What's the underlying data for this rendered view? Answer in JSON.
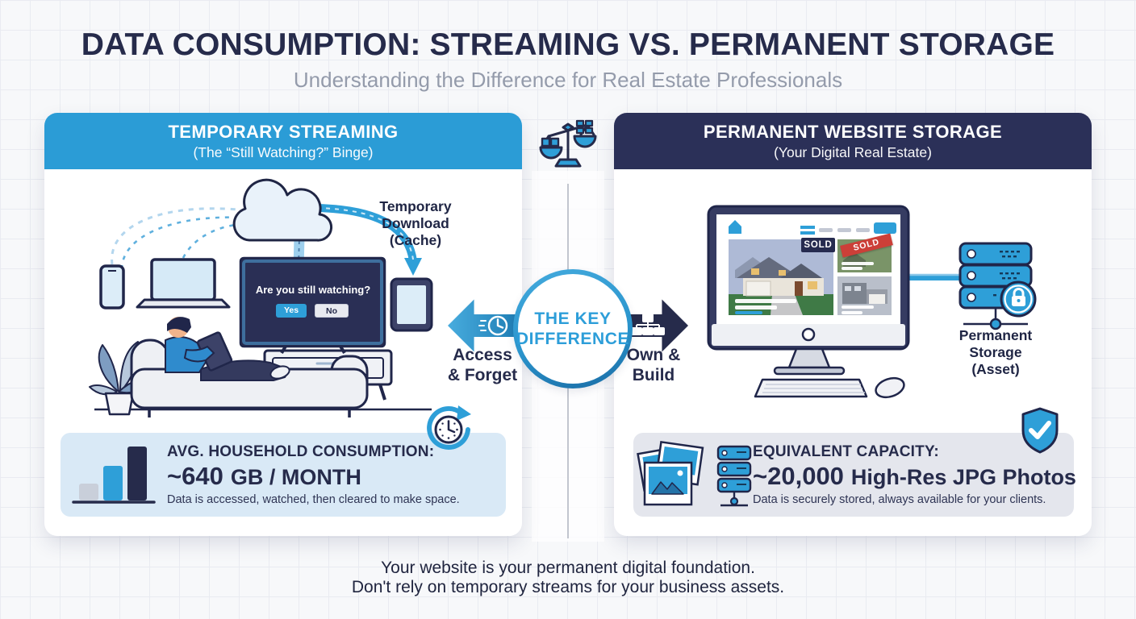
{
  "header": {
    "title": "DATA CONSUMPTION: STREAMING VS. PERMANENT STORAGE",
    "subtitle": "Understanding the Difference for Real Estate Professionals"
  },
  "left_panel": {
    "title": "TEMPORARY STREAMING",
    "subtitle": "(The “Still Watching?” Binge)",
    "cache_label_lines": [
      "Temporary",
      "Download",
      "(Cache)"
    ],
    "tv": {
      "prompt": "Are you still watching?",
      "yes_label": "Yes",
      "no_label": "No"
    },
    "stat": {
      "heading": "AVG. HOUSEHOLD CONSUMPTION:",
      "value": "~640",
      "unit": "GB / MONTH",
      "description": "Data is accessed, watched, then cleared to make space."
    }
  },
  "center": {
    "circle_lines": [
      "THE KEY",
      "DIFFERENCE"
    ],
    "left_arrow_label_lines": [
      "Access",
      "& Forget"
    ],
    "right_arrow_label_lines": [
      "Own &",
      "Build"
    ]
  },
  "right_panel": {
    "title": "PERMANENT WEBSITE STORAGE",
    "subtitle": "(Your Digital Real Estate)",
    "website": {
      "sold_tag": "SOLD",
      "sold_banner": "SOLD"
    },
    "storage_label_lines": [
      "Permanent",
      "Storage",
      "(Asset)"
    ],
    "stat": {
      "heading": "EQUIVALENT CAPACITY:",
      "value": "~20,000",
      "unit": "High-Res JPG Photos",
      "description": "Data is securely stored, always available for your clients."
    }
  },
  "footer": {
    "line1": "Your website is your permanent digital foundation.",
    "line2": "Don't rely on temporary streams for your business assets."
  },
  "colors": {
    "accent_blue": "#2b9cd6",
    "navy": "#262b4b",
    "header_navy": "#2b3058",
    "stat_blue_bg": "#d9e9f6",
    "stat_gray_bg": "#e4e6ed",
    "sold_red": "#cc3f38"
  },
  "icon_names": [
    "scales-icon",
    "cloud-icon",
    "clock-speed-icon",
    "sitemap-icon",
    "recurring-clock-icon",
    "bar-chart-icon",
    "photo-stack-icon",
    "server-stack-icon",
    "padlock-icon",
    "shield-check-icon",
    "home-icon",
    "tv-icon",
    "laptop-icon",
    "smartphone-icon",
    "tablet-icon"
  ]
}
